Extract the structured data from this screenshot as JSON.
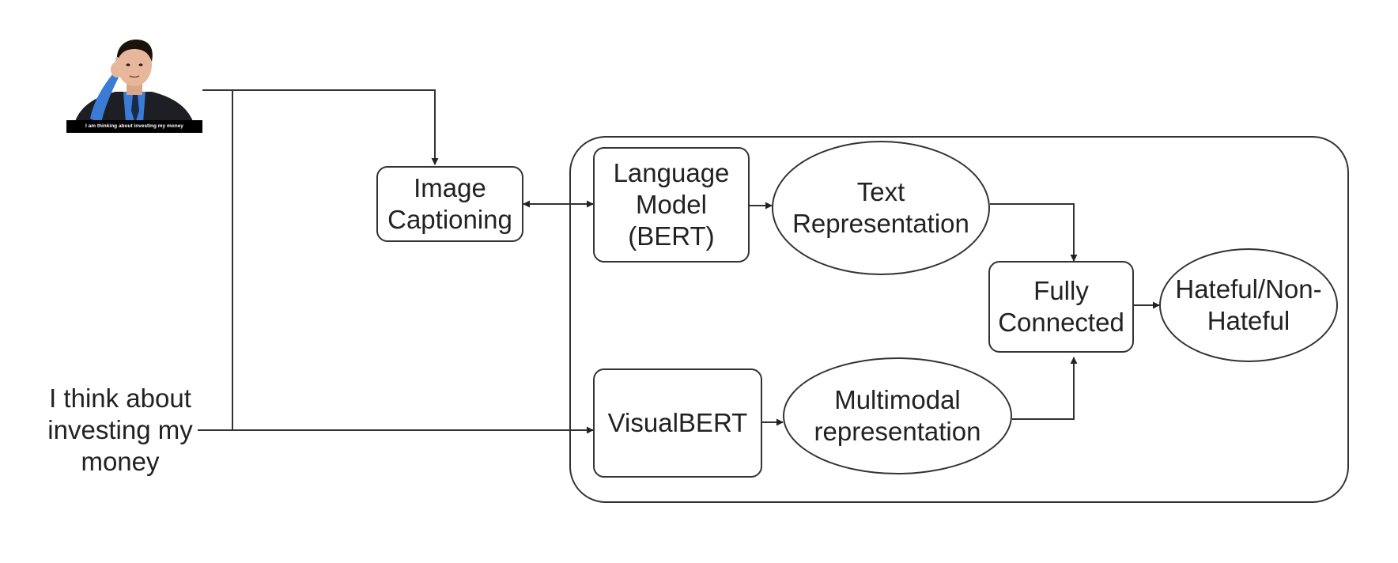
{
  "meme": {
    "caption": "I am thinking about investing my money",
    "colors": {
      "skin": "#e6b79a",
      "suit": "#1d1f24",
      "shirt": "#3a7bd5",
      "hair": "#1b120c",
      "caption_bg": "#000000",
      "caption_text": "#ffffff"
    }
  },
  "input_text": "I think about\ninvesting my\nmoney",
  "nodes": {
    "image_captioning": "Image\nCaptioning",
    "language_model": "Language\nModel\n(BERT)",
    "text_representation": "Text\nRepresentation",
    "visualbert": "VisualBERT",
    "multimodal_representation": "Multimodal\nrepresentation",
    "fully_connected": "Fully\nConnected",
    "output": "Hateful/Non-\nHateful"
  },
  "colors": {
    "stroke": "#333333",
    "text": "#222222",
    "background": "#ffffff"
  }
}
